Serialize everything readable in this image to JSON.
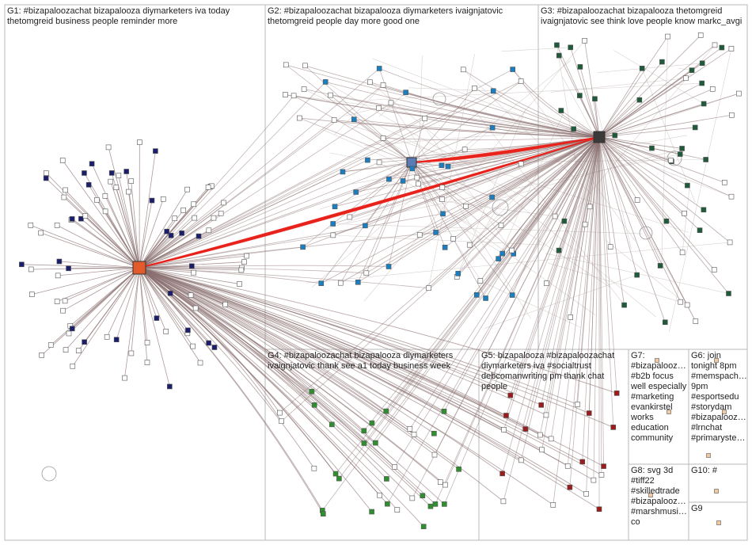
{
  "groups": [
    {
      "id": "G1",
      "label": "G1: #bizapaloozachat bizapalooza diymarketers iva today thetomgreid business people reminder more"
    },
    {
      "id": "G2",
      "label": "G2: #bizapaloozachat bizapalooza diymarketers ivaignjatovic thetomgreid people day more good one"
    },
    {
      "id": "G3",
      "label": "G3: #bizapaloozachat bizapalooza thetomgreid ivaignjatovic see think love people know markc_avgi"
    },
    {
      "id": "G4",
      "label": "G4: #bizapaloozachat bizapalooza diymarketers ivaignjatovic thank see a1 today business week"
    },
    {
      "id": "G5",
      "label": "G5: bizapalooza #bizapaloozachat diymarketers iva #socialtrust debcomanwriting pm thank chat people"
    },
    {
      "id": "G6",
      "label": "G6: join tonight 8pm #memspach… 9pm #esportsedu #storydam #bizapalooz… #lrnchat #primaryste…"
    },
    {
      "id": "G7",
      "label": "G7: #bizapalooz… #b2b focus well especially #marketing evankirstel works education community"
    },
    {
      "id": "G8",
      "label": "G8: svg 3d #tiff22 #skilledtrade #bizapalooz… #marshmusi… co"
    },
    {
      "id": "G9",
      "label": "G9"
    },
    {
      "id": "G10",
      "label": "G10: #"
    }
  ],
  "colors": {
    "edge": "#8a6f6f",
    "edge_light": "#cfc6c6",
    "edge_strong": "#e8231c",
    "panel_border": "#b9b9b9",
    "node_g1": "#1b1f6b",
    "node_g2": "#1b7fbf",
    "node_g3": "#1f5a3a",
    "node_g4": "#2f8f2f",
    "node_g5": "#9b1c1c"
  }
}
